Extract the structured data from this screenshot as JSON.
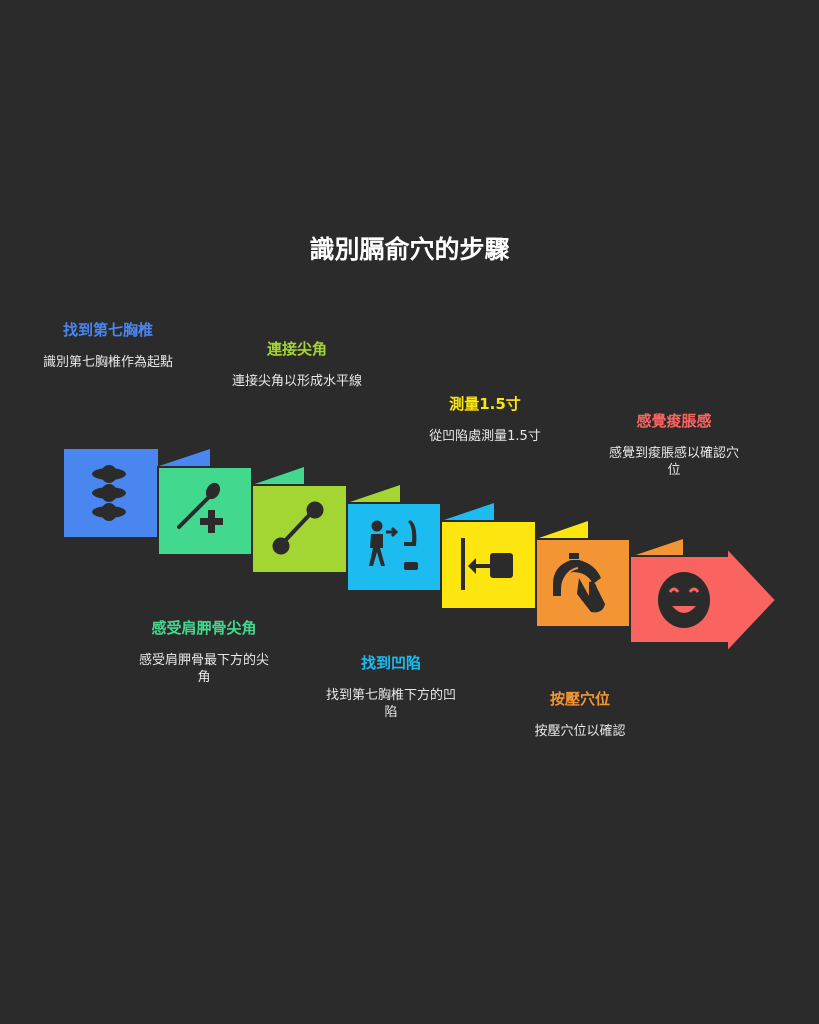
{
  "title": "識別膈俞穴的步驟",
  "steps": [
    {
      "title": "找到第七胸椎",
      "desc": "識別第七胸椎作為起點",
      "color": "#4a86f0",
      "icon": "spine-icon"
    },
    {
      "title": "感受肩胛骨尖角",
      "desc": "感受肩胛骨最下方的尖角",
      "color": "#42d98f",
      "icon": "bone-plus-icon"
    },
    {
      "title": "連接尖角",
      "desc": "連接尖角以形成水平線",
      "color": "#a3d633",
      "icon": "line-connect-icon"
    },
    {
      "title": "找到凹陷",
      "desc": "找到第七胸椎下方的凹陷",
      "color": "#1cbcf0",
      "icon": "person-chair-icon"
    },
    {
      "title": "測量1.5寸",
      "desc": "從凹陷處測量1.5寸",
      "color": "#fde60f",
      "icon": "measure-arrow-icon"
    },
    {
      "title": "按壓穴位",
      "desc": "按壓穴位以確認",
      "color": "#f49535",
      "icon": "press-hand-icon"
    },
    {
      "title": "感覺痠脹感",
      "desc": "感覺到痠脹感以確認穴位",
      "color": "#f96461",
      "icon": "smile-icon"
    }
  ]
}
